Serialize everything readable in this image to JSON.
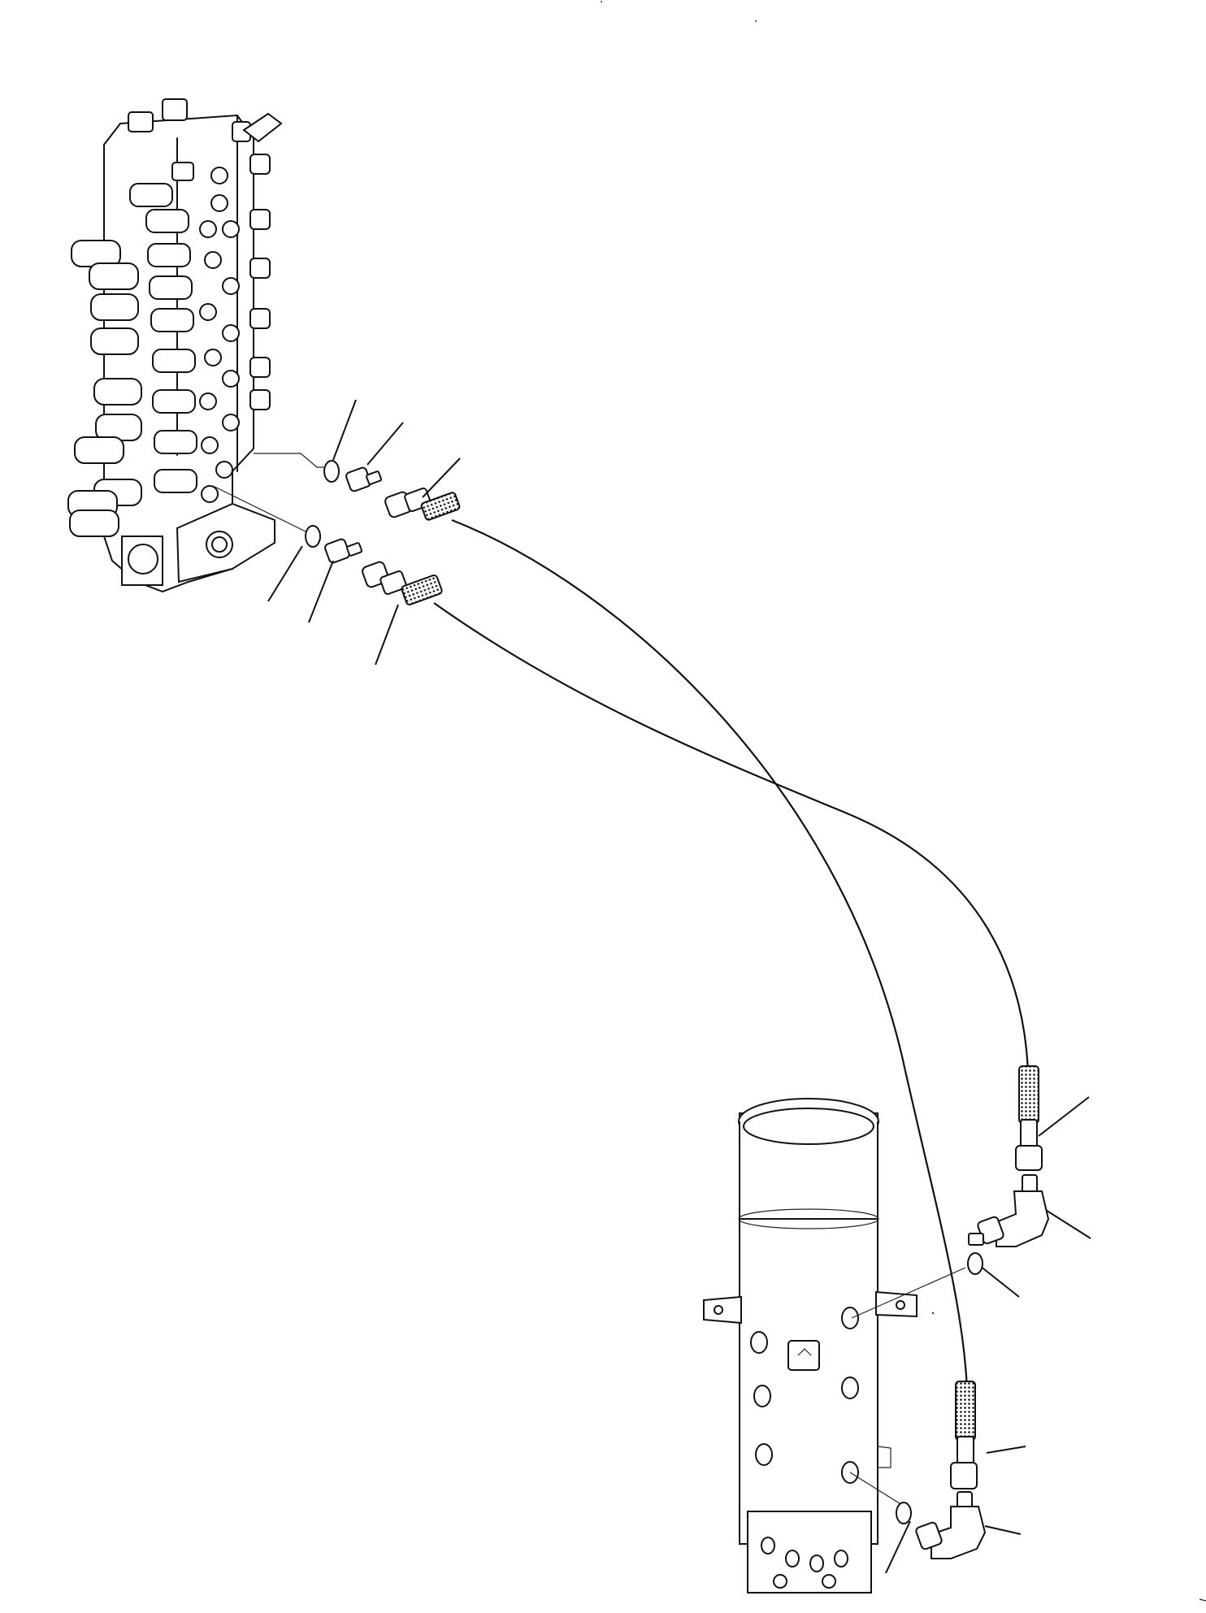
{
  "diagram": {
    "labels": [],
    "components": [
      {
        "name": "control-valve"
      },
      {
        "name": "swivel-joint"
      },
      {
        "name": "hose"
      },
      {
        "name": "hose"
      },
      {
        "name": "elbow-fitting"
      },
      {
        "name": "elbow-fitting"
      },
      {
        "name": "adapter-fitting"
      },
      {
        "name": "adapter-fitting"
      },
      {
        "name": "o-ring"
      },
      {
        "name": "o-ring"
      },
      {
        "name": "o-ring"
      },
      {
        "name": "o-ring"
      }
    ]
  }
}
